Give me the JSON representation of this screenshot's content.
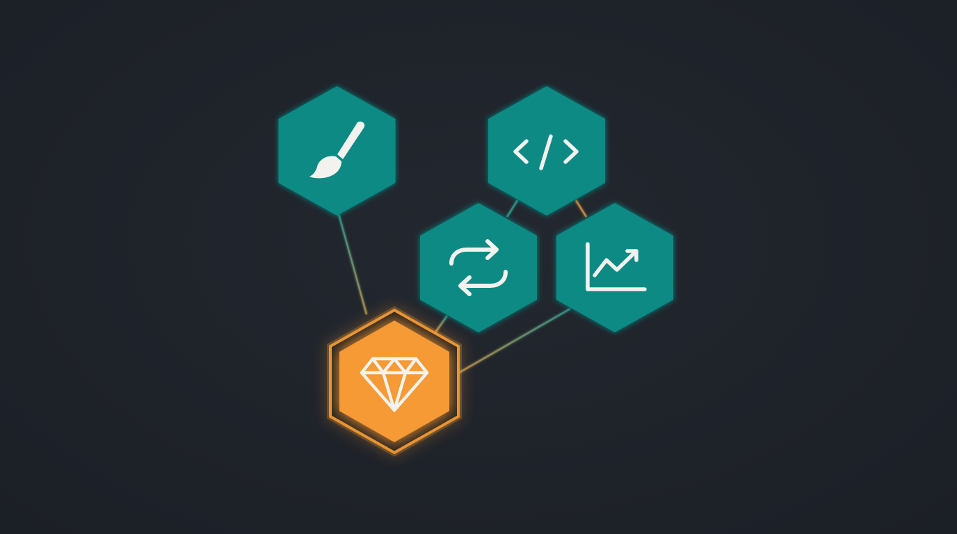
{
  "diagram": {
    "nodes": [
      {
        "id": "design",
        "icon": "paintbrush-icon",
        "color": "#0f8a84",
        "highlighted": false
      },
      {
        "id": "code",
        "icon": "code-brackets-icon",
        "color": "#0f8a84",
        "highlighted": false
      },
      {
        "id": "sync",
        "icon": "refresh-arrows-icon",
        "color": "#0f8a84",
        "highlighted": false
      },
      {
        "id": "analytics",
        "icon": "trend-chart-icon",
        "color": "#0f8a84",
        "highlighted": false
      },
      {
        "id": "value",
        "icon": "diamond-icon",
        "color": "#f59a36",
        "highlighted": true,
        "ring_color": "#e89433"
      }
    ],
    "edges": [
      {
        "from": "design",
        "to": "code"
      },
      {
        "from": "design",
        "to": "value"
      },
      {
        "from": "code",
        "to": "sync"
      },
      {
        "from": "code",
        "to": "analytics"
      },
      {
        "from": "sync",
        "to": "analytics"
      },
      {
        "from": "sync",
        "to": "value"
      },
      {
        "from": "analytics",
        "to": "value"
      }
    ],
    "colors": {
      "background": "#1e2229",
      "teal": "#0f8a84",
      "orange": "#f59a36",
      "icon": "#f2f2ee",
      "edge_teal": "#2d8f86",
      "edge_orange": "#c98a3e"
    }
  }
}
